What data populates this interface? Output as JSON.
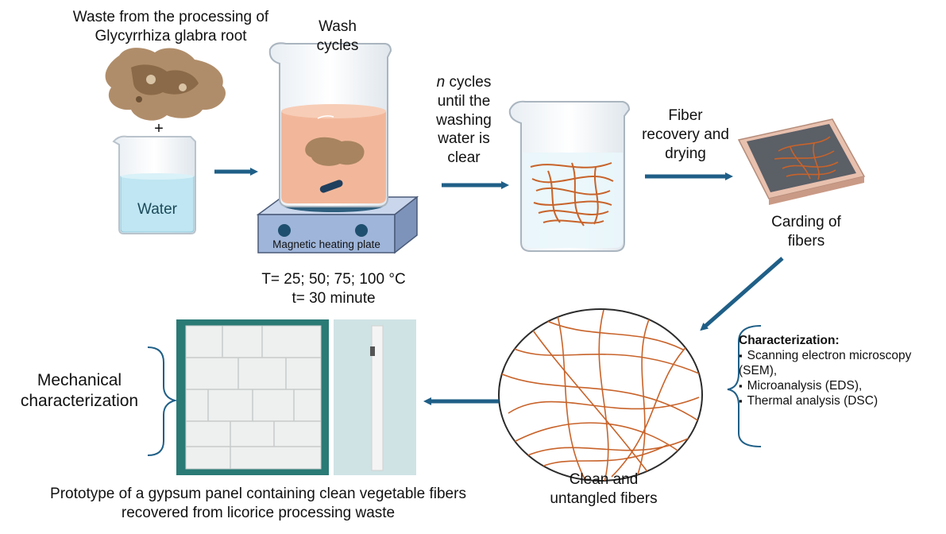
{
  "labels": {
    "waste": "Waste from the processing of Glycyrrhiza glabra root",
    "plus": "+",
    "water": "Water",
    "wash": "Wash cycles",
    "plate": "Magnetic heating plate",
    "temp": "T= 25; 50; 75; 100 °C",
    "time": "t= 30 minute",
    "n_cycles_n": "n",
    "n_cycles_rest": " cycles until the washing water is clear",
    "recovery": "Fiber recovery and drying",
    "carding": "Carding of fibers",
    "clean": "Clean and untangled fibers",
    "mechanical": "Mechanical characterization",
    "prototype": "Prototype of a gypsum panel containing clean vegetable fibers recovered from licorice processing waste"
  },
  "characterization": {
    "title": "Characterization:",
    "items": [
      "Scanning electron microscopy (SEM),",
      "Microanalysis (EDS),",
      "Thermal analysis (DSC)"
    ]
  },
  "colors": {
    "arrow": "#1f5f87",
    "water": "#bfe6f2",
    "wash_water": "#f2b79a",
    "fiber": "#c8632a",
    "plate": "#9fb5d9"
  }
}
